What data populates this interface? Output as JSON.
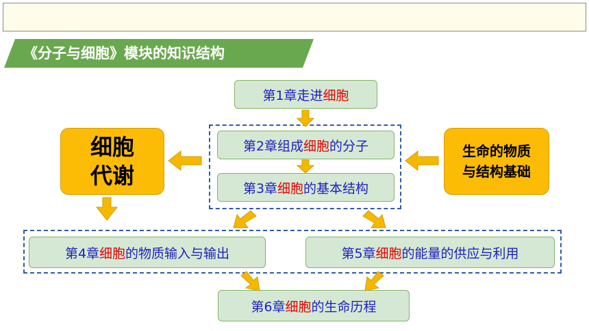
{
  "banner": {
    "title": "《分子与细胞》模块的知识结构"
  },
  "chapters": [
    {
      "prefix": "第1章走进",
      "highlight": "细胞",
      "suffix": ""
    },
    {
      "prefix": "第2章组成",
      "highlight": "细胞",
      "suffix": "的分子"
    },
    {
      "prefix": "第3章",
      "highlight": "细胞",
      "suffix": "的基本结构"
    },
    {
      "prefix": "第4章",
      "highlight": "细胞",
      "suffix": "的物质输入与输出"
    },
    {
      "prefix": "第5章",
      "highlight": "细胞",
      "suffix": "的能量的供应与利用"
    },
    {
      "prefix": "第6章",
      "highlight": "细胞",
      "suffix": "的生命历程"
    }
  ],
  "left_box": {
    "line1": "细胞",
    "line2": "代谢"
  },
  "right_box": {
    "line1": "生命的物质",
    "line2": "与结构基础"
  },
  "colors": {
    "box_fill": "#d5e8d4",
    "text_blue": "#1f1fbf",
    "highlight_red": "#e60000",
    "arrow": "#f5b800",
    "banner_green": "#6aa84f",
    "dashed_border": "#2e5aa8"
  }
}
